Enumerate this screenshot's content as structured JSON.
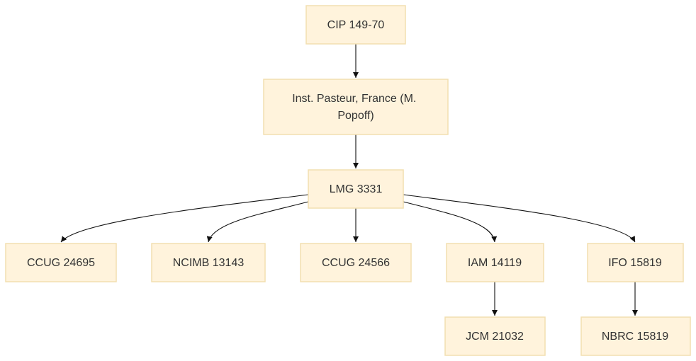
{
  "diagram": {
    "type": "strain-lineage-tree",
    "colors": {
      "node_fill": "#fff3dc",
      "node_border": "#f2dfb0",
      "edge": "#111111",
      "text": "#333333"
    },
    "nodes": {
      "cip": {
        "label": "CIP 149-70"
      },
      "pasteur": {
        "label_lines": [
          "Inst. Pasteur, France (M.",
          "Popoff)"
        ]
      },
      "lmg": {
        "label": "LMG 3331"
      },
      "ccug24695": {
        "label": "CCUG 24695"
      },
      "ncimb": {
        "label": "NCIMB 13143"
      },
      "ccug24566": {
        "label": "CCUG 24566"
      },
      "iam": {
        "label": "IAM 14119"
      },
      "ifo": {
        "label": "IFO 15819"
      },
      "jcm": {
        "label": "JCM 21032"
      },
      "nbrc": {
        "label": "NBRC 15819"
      }
    },
    "edges": [
      {
        "from": "cip",
        "to": "pasteur"
      },
      {
        "from": "pasteur",
        "to": "lmg"
      },
      {
        "from": "lmg",
        "to": "ccug24695"
      },
      {
        "from": "lmg",
        "to": "ncimb"
      },
      {
        "from": "lmg",
        "to": "ccug24566"
      },
      {
        "from": "lmg",
        "to": "iam"
      },
      {
        "from": "lmg",
        "to": "ifo"
      },
      {
        "from": "iam",
        "to": "jcm"
      },
      {
        "from": "ifo",
        "to": "nbrc"
      }
    ]
  }
}
